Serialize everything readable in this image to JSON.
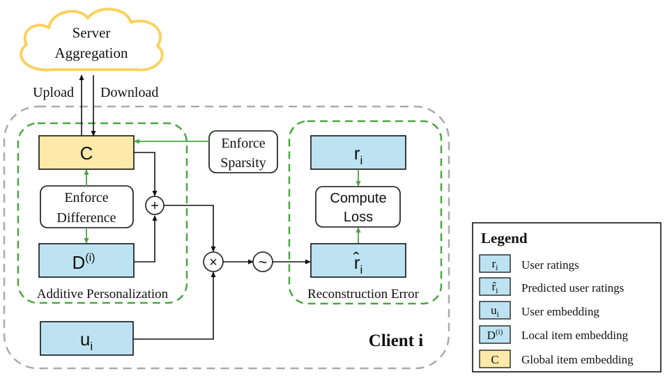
{
  "server": {
    "line1": "Server",
    "line2": "Aggregation"
  },
  "upload_label": "Upload",
  "download_label": "Download",
  "additive": {
    "title": "Additive Personalization",
    "c_label": "C",
    "d_label": "D",
    "d_sup": "(i)",
    "enforce_difference_line1": "Enforce",
    "enforce_difference_line2": "Difference"
  },
  "enforce_sparsity_line1": "Enforce",
  "enforce_sparsity_line2": "Sparsity",
  "plus_symbol": "+",
  "times_symbol": "×",
  "tilde_symbol": "~",
  "user_embedding": {
    "base": "u",
    "sub": "i"
  },
  "reconstruction": {
    "title": "Reconstruction Error",
    "r_base": "r",
    "r_sub": "i",
    "rhat_base": "r̂",
    "rhat_sub": "i",
    "compute_line1": "Compute",
    "compute_line2": "Loss"
  },
  "client_label": "Client i",
  "legend": {
    "title": "Legend",
    "items": [
      {
        "base": "r",
        "sub": "i",
        "sup": "",
        "desc": "User ratings",
        "color": "#bde3f2"
      },
      {
        "base": "r̂",
        "sub": "i",
        "sup": "",
        "desc": "Predicted user ratings",
        "color": "#bde3f2"
      },
      {
        "base": "u",
        "sub": "i",
        "sup": "",
        "desc": "User embedding",
        "color": "#bde3f2"
      },
      {
        "base": "D",
        "sub": "",
        "sup": "(i)",
        "desc": "Local item embedding",
        "color": "#bde3f2"
      },
      {
        "base": "C",
        "sub": "",
        "sup": "",
        "desc": "Global item embedding",
        "color": "#fde9a9"
      }
    ]
  },
  "colors": {
    "blue_box": "#bde3f2",
    "yellow_box": "#fde9a9",
    "green": "#4aa640",
    "cloud": "#f9d25e",
    "gray_dash": "#aaaaaa"
  }
}
